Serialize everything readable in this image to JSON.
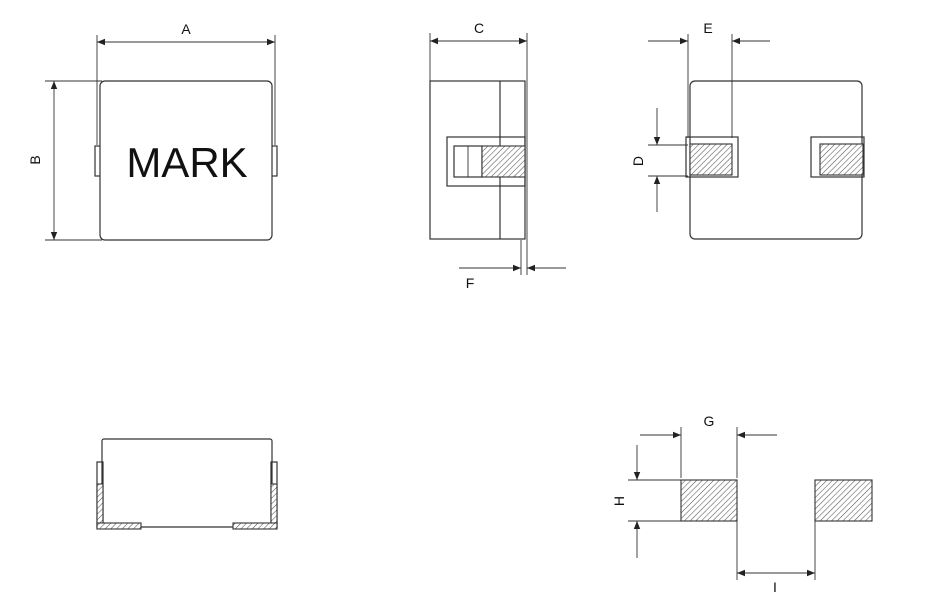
{
  "drawing": {
    "mark_text": "MARK",
    "labels": {
      "A": "A",
      "B": "B",
      "C": "C",
      "D": "D",
      "E": "E",
      "F": "F",
      "G": "G",
      "H": "H",
      "I": "I"
    }
  }
}
